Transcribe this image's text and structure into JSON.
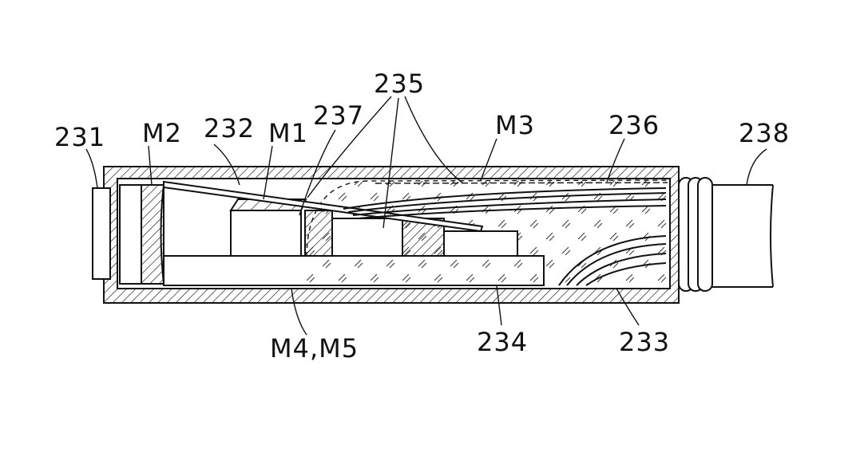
{
  "figure": {
    "labels": {
      "l231": "231",
      "lM2": "M2",
      "l232": "232",
      "lM1": "M1",
      "l237": "237",
      "l235": "235",
      "lM3": "M3",
      "l236": "236",
      "l238": "238",
      "lM4M5": "M4,M5",
      "l234": "234",
      "l233": "233"
    }
  }
}
